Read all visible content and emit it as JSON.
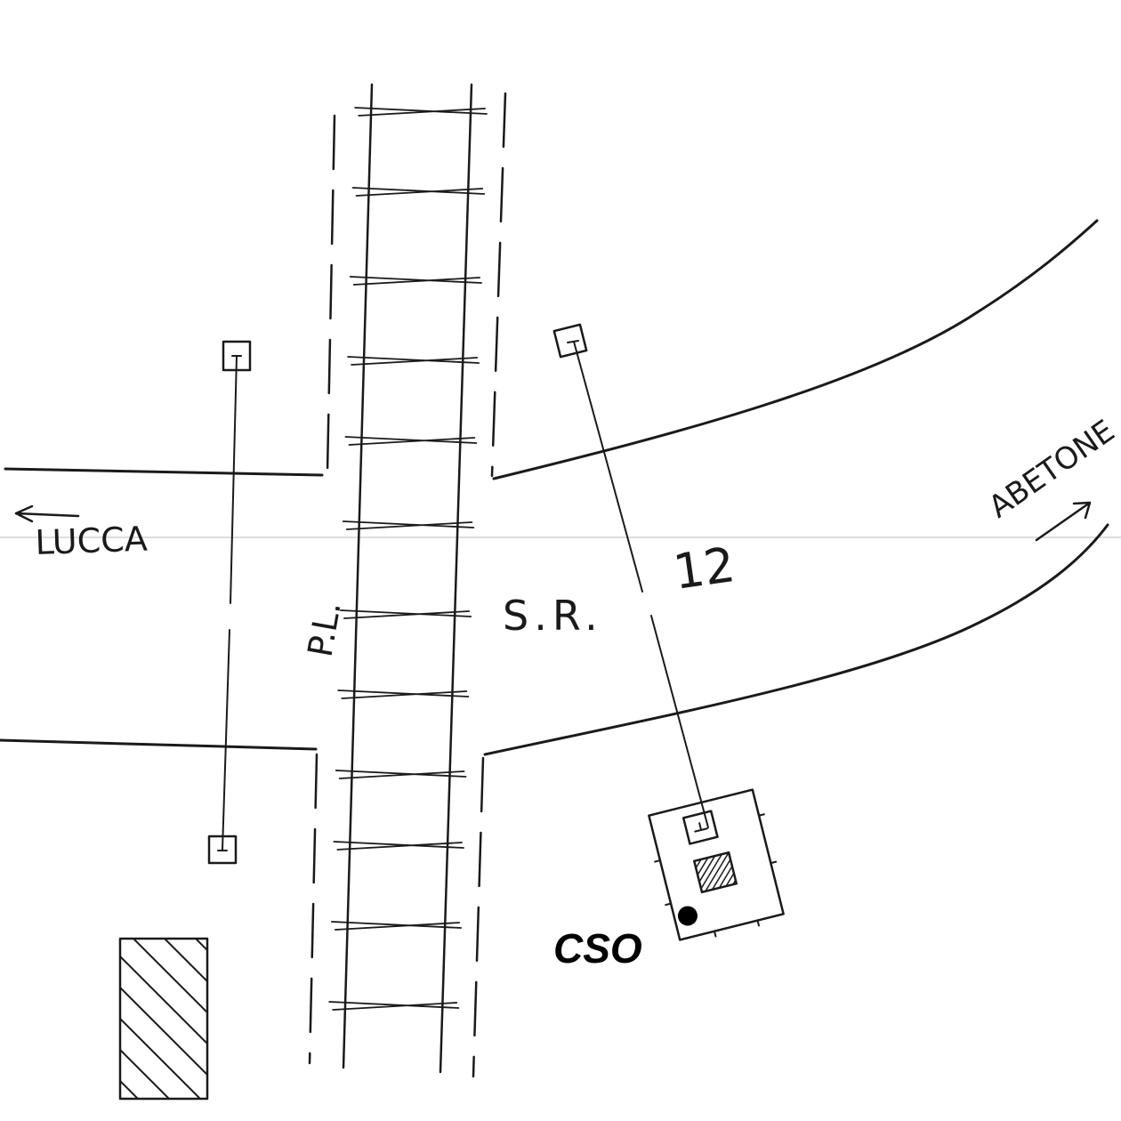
{
  "labels": {
    "lucca": "LUCCA",
    "abetone": "ABETONE",
    "road_sr": "S.R.",
    "road_number": "12",
    "level_crossing": "P.L.",
    "cabinet": "CSO"
  },
  "icons": {
    "left_arrow": "arrow-left",
    "right_arrow": "arrow-up-right"
  },
  "colors": {
    "ink": "#1a1a1a",
    "paper": "#ffffff"
  }
}
